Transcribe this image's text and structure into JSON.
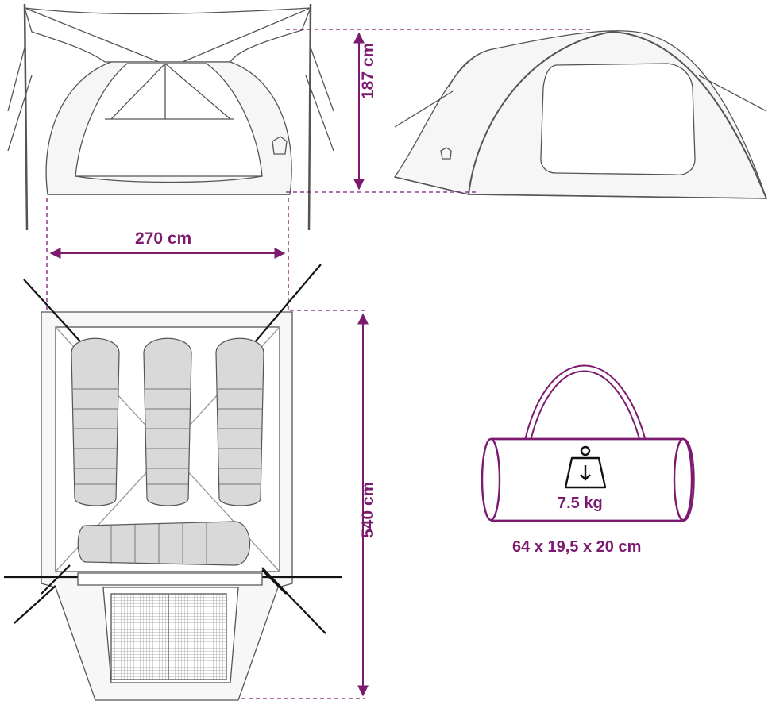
{
  "dimensions": {
    "width_label": "270 cm",
    "height_label": "187 cm",
    "length_label": "540 cm"
  },
  "bag": {
    "weight_label": "7.5 kg",
    "size_label": "64 x 19,5 x 20 cm"
  },
  "colors": {
    "accent": "#7b1a6e",
    "line": "#555555",
    "fill_light": "#f4f4f4",
    "bag_fill": "#d9d9d9"
  },
  "icons": [
    "weight-icon"
  ]
}
